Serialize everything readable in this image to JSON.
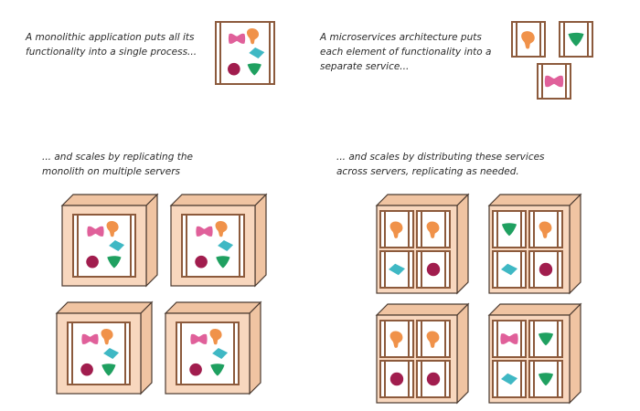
{
  "captions": {
    "monolith": [
      "A monolithic application puts all its",
      "functionality into a single process..."
    ],
    "microservices": [
      "A microservices architecture puts",
      "each element of functionality into a",
      "separate service..."
    ],
    "monolith_scale": [
      "... and scales by replicating the",
      "monolith on multiple servers"
    ],
    "microservices_scale": [
      "... and scales by distributing these services",
      "across servers, replicating as needed."
    ]
  },
  "colors": {
    "server_face": "#f8d7be",
    "server_side": "#f0c4a2",
    "server_outline": "#4a3a30",
    "process_frame": "#8c5a3c",
    "pink": "#e0609a",
    "orange": "#f0924a",
    "teal": "#3fb8c4",
    "green": "#1fa060",
    "maroon": "#a11d4e"
  },
  "shape_names": [
    "pink-bowtie-icon",
    "orange-blob-icon",
    "teal-diamond-icon",
    "green-triangle-icon",
    "maroon-circle-icon"
  ]
}
